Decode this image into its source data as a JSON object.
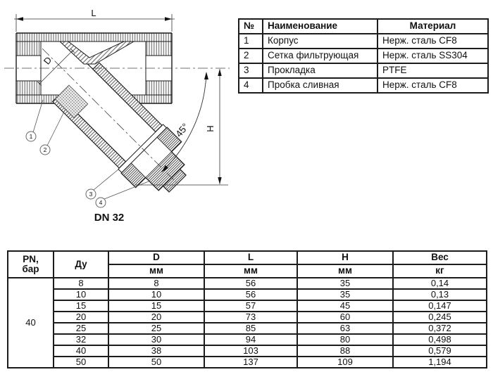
{
  "drawing": {
    "dim_length_label": "L",
    "dim_diameter_label": "D",
    "dim_height_label": "H",
    "angle_label": "45°",
    "caption": "DN 32",
    "callout_1": "1",
    "callout_2": "2",
    "callout_3": "3",
    "callout_4": "4"
  },
  "parts_table": {
    "header": {
      "num": "№",
      "name": "Наименование",
      "material": "Материал"
    },
    "rows": [
      {
        "num": "1",
        "name": "Корпус",
        "material": "Нерж. сталь CF8"
      },
      {
        "num": "2",
        "name": "Сетка фильтрующая",
        "material": "Нерж. сталь SS304"
      },
      {
        "num": "3",
        "name": "Прокладка",
        "material": "PTFE"
      },
      {
        "num": "4",
        "name": "Пробка сливная",
        "material": "Нерж. сталь CF8"
      }
    ]
  },
  "dims_table": {
    "header": {
      "pn_line1": "PN,",
      "pn_line2": "бар",
      "du": "Ду",
      "d": "D",
      "l": "L",
      "h": "H",
      "weight": "Вес",
      "unit_mm": "мм",
      "unit_kg": "кг"
    },
    "pn_value": "40",
    "rows": [
      {
        "du": "8",
        "d": "8",
        "l": "56",
        "h": "35",
        "w": "0,14"
      },
      {
        "du": "10",
        "d": "10",
        "l": "56",
        "h": "35",
        "w": "0,13"
      },
      {
        "du": "15",
        "d": "15",
        "l": "57",
        "h": "45",
        "w": "0,147"
      },
      {
        "du": "20",
        "d": "20",
        "l": "73",
        "h": "60",
        "w": "0,245"
      },
      {
        "du": "25",
        "d": "25",
        "l": "85",
        "h": "63",
        "w": "0,372"
      },
      {
        "du": "32",
        "d": "30",
        "l": "94",
        "h": "80",
        "w": "0,498"
      },
      {
        "du": "40",
        "d": "38",
        "l": "103",
        "h": "88",
        "w": "0,579"
      },
      {
        "du": "50",
        "d": "50",
        "l": "137",
        "h": "109",
        "w": "1,194"
      }
    ]
  },
  "colors": {
    "line": "#1a1a1a",
    "hatch": "#4a4a4a"
  }
}
